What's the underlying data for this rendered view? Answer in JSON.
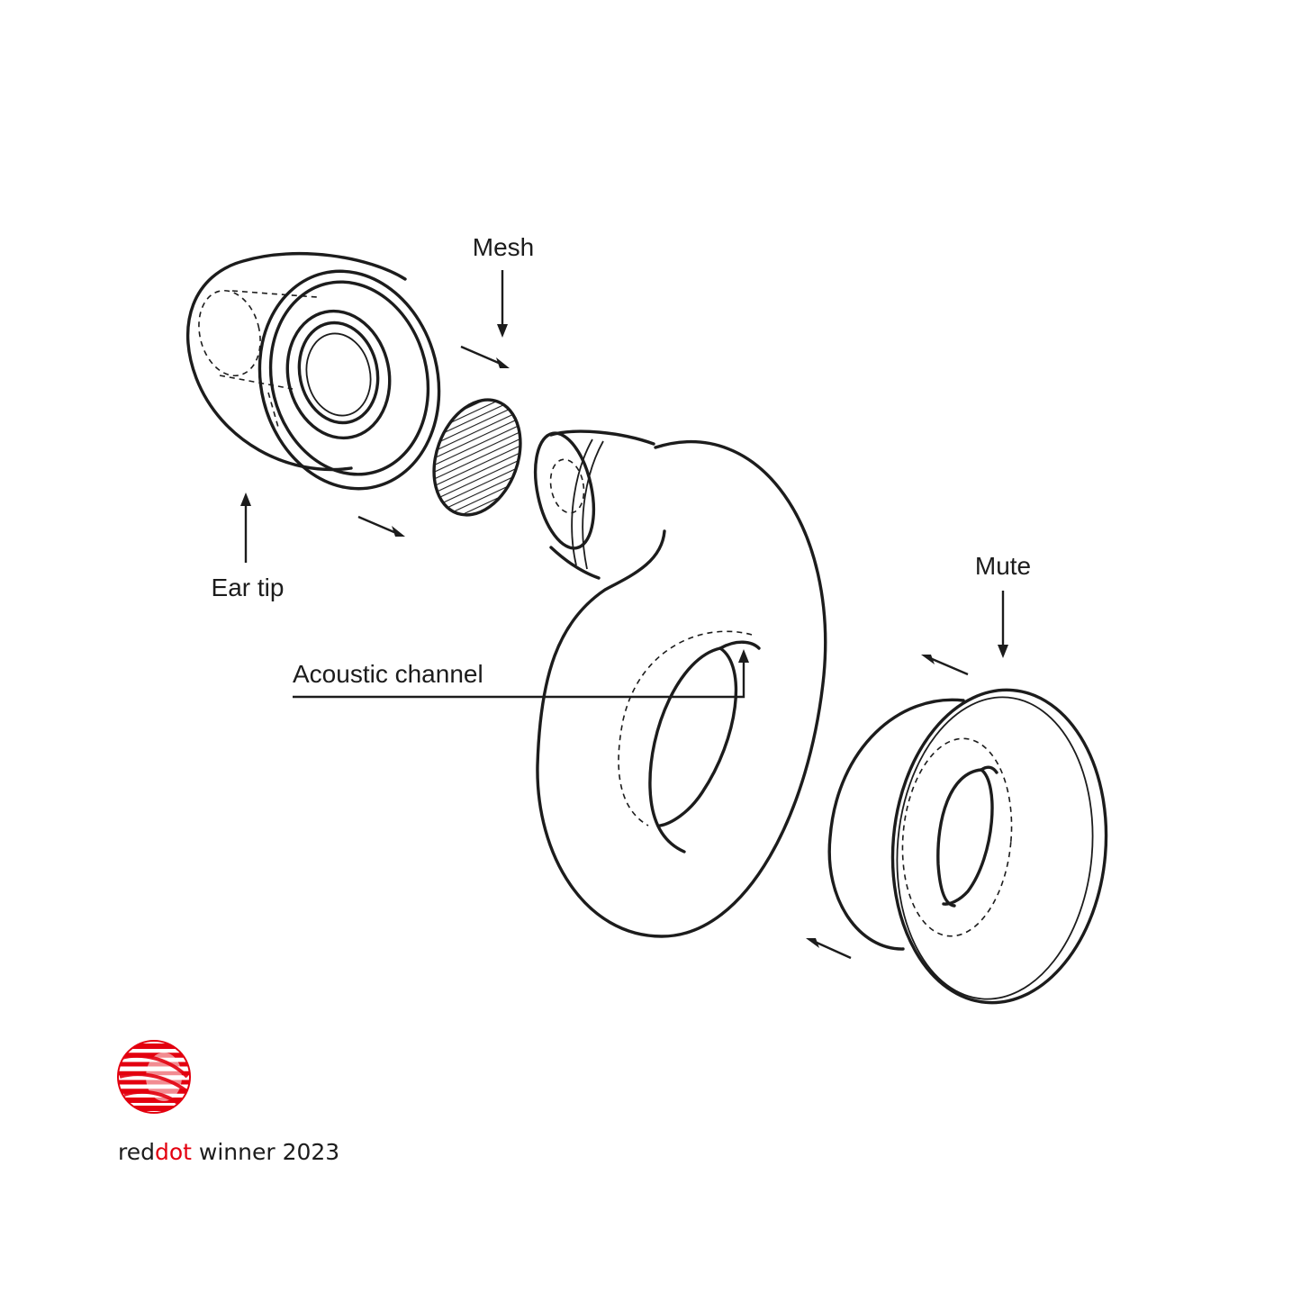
{
  "labels": {
    "mesh": "Mesh",
    "ear_tip": "Ear tip",
    "mute": "Mute",
    "acoustic_channel": "Acoustic channel"
  },
  "award": {
    "prefix": "red",
    "highlight": "dot",
    "suffix": " winner 2023"
  },
  "colors": {
    "line": "#1c1c1c",
    "accent": "#e3000f",
    "background": "#ffffff"
  },
  "icons": [
    "reddot-logo-icon"
  ]
}
